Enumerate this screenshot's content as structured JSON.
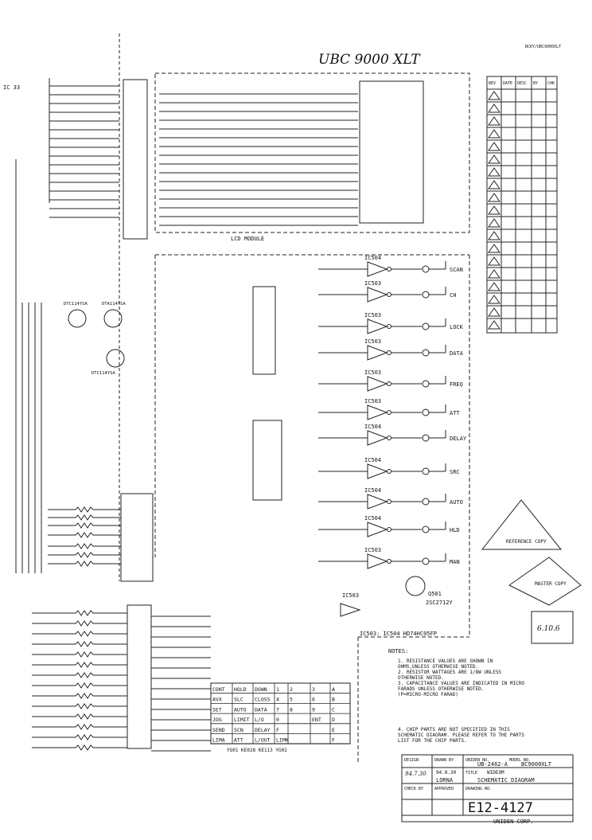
{
  "handwritten_title": "UBC 9000 XLT",
  "top_right_code": "BCKY/UBC9000XLT",
  "ic_left_label": "IC 33",
  "lcd_module_label": "LCD MODULE",
  "transistors": [
    "DTC114YSA",
    "DTA114YSA",
    "DTC114YSA"
  ],
  "led_keys": [
    "SCAN",
    "CH",
    "LOCK",
    "DATA",
    "FREQ",
    "ATT",
    "DELAY",
    "SRC",
    "AUTO",
    "HLD",
    "MAN"
  ],
  "ic_labels": [
    "IC504",
    "IC503",
    "IC503",
    "IC503",
    "IC503",
    "IC503",
    "IC504",
    "IC504",
    "IC504",
    "IC504",
    "IC503",
    "IC503"
  ],
  "transistor_q": [
    "Q501",
    "2SC2712Y"
  ],
  "ic_note": "IC503: IC504  HD74HC05FP",
  "key_matrix": [
    [
      "CONT",
      "HOLD",
      "DOWN",
      "1",
      "2",
      "3",
      "A"
    ],
    [
      "AVX",
      "SLC",
      "CLOSS",
      "4",
      "5",
      "6",
      "B"
    ],
    [
      "SET",
      "AUTO",
      "DATA",
      "7",
      "8",
      "9",
      "C"
    ],
    [
      "JOG",
      "LIMIT",
      "L/O",
      "0",
      "",
      "ENT",
      "D"
    ],
    [
      "SEND",
      "SCN",
      "DELAY",
      "F",
      "",
      "",
      "E"
    ],
    [
      "LIMA",
      "ATT",
      "L/OUT",
      "LIMK",
      "",
      "",
      "F"
    ]
  ],
  "key_footer": "YG01  KE028    KE113  YG02",
  "notes_title": "NOTES:",
  "notes": [
    "1. RESISTANCE VALUES ARE SHOWN IN OHMS,UNLESS OTHERWISE NOTED.",
    "2. RESISTOR WATTAGES ARE 1/8W UNLESS OTHERWISE NOTED.",
    "3. CAPACITANCE VALUES ARE INDICATED IN MICRO FARADS UNLESS OTHERWISE NOTED. (P=MICRO-MICRO FARAD)",
    "4. CHIP PARTS ARE NOT SPECIFIED IN THIS SCHEMATIC DIAGRAM. PLEASE REFER TO THE PARTS LIST FOR THE CHIP PARTS."
  ],
  "title_block": {
    "designer": "DESIGN",
    "drawn_by": "DRAWN BY",
    "unit_no_label": "UNIDEN NO.",
    "unit_no": "UB-2462-A",
    "model_label": "MODEL NO.",
    "model": "BC9000XLT",
    "date1": "94.7.30",
    "date2": "94.8.30",
    "name": "LORNA",
    "title_label": "TITLE",
    "title": "SCHEMATIC DIAGRAM",
    "sub_label": "WIDEOM",
    "checked_by": "CHECK BY",
    "approved": "APPROVED",
    "drawing_no_label": "DRAWING NO.",
    "drawing_no": "E12-4127",
    "company": "UNIDEN CORP."
  },
  "stamps": [
    "MASTER COPY",
    "REFERENCE COPY",
    "6.10.6"
  ],
  "revision_table_header": [
    "REV",
    "DATE",
    "DESC",
    "BY",
    "CHK"
  ],
  "revision_rows": 19
}
